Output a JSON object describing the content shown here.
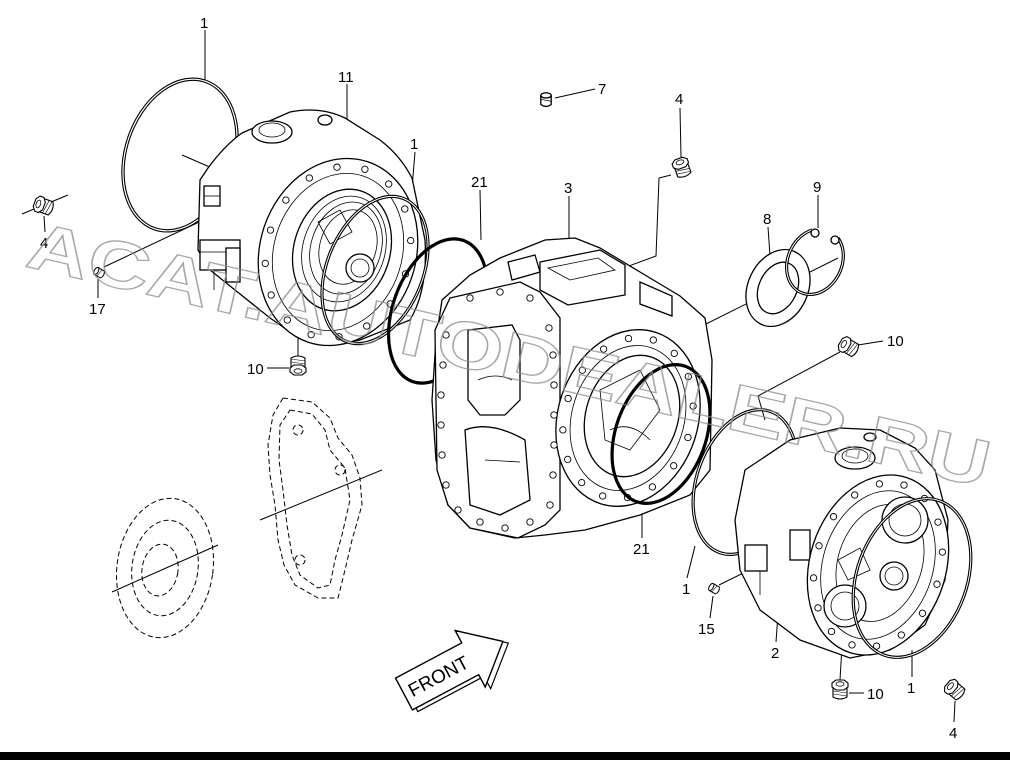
{
  "diagram": {
    "callouts": [
      "1",
      "11",
      "7",
      "4",
      "1",
      "21",
      "3",
      "9",
      "8",
      "4",
      "17",
      "10",
      "10",
      "21",
      "1",
      "15",
      "2",
      "1",
      "10",
      "4"
    ],
    "front_label": "FRONT",
    "watermark": "ACAT.AUTODEALER.RU"
  },
  "colors": {
    "line": "#000000",
    "background": "#ffffff",
    "watermark": "#8c8c8c"
  }
}
